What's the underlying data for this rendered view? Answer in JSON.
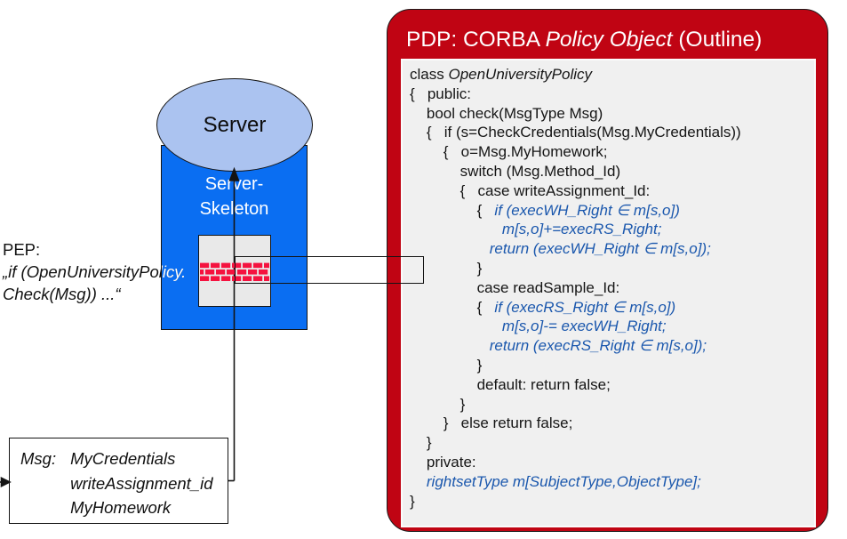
{
  "colors": {
    "skeleton_blue": "#0a6ef2",
    "ellipse_blue": "#abc3f0",
    "panel_red": "#c00413",
    "brick_red": "#f5123f",
    "code_blue": "#1a57ad",
    "code_box_gray": "#f0f0f0"
  },
  "server": {
    "label": "Server"
  },
  "skeleton": {
    "line1": "Server-",
    "line2": "Skeleton"
  },
  "pep": {
    "title": "PEP:",
    "line1": "„if (OpenUniversityPolicy.",
    "line2": "Check(Msg)) ...“"
  },
  "msg_box": {
    "label": "Msg:",
    "items": [
      "MyCredentials",
      "writeAssignment_id",
      "MyHomework"
    ]
  },
  "pdp": {
    "title_prefix": "PDP: CORBA ",
    "title_italic": "Policy Object",
    "title_suffix": " (Outline)",
    "code_lines": [
      [
        [
          "p",
          "class "
        ],
        [
          "i",
          "OpenUniversityPolicy"
        ]
      ],
      [
        [
          "p",
          "{   public:"
        ]
      ],
      [
        [
          "p",
          "    bool check(MsgType Msg)"
        ]
      ],
      [
        [
          "p",
          "    {   if (s=CheckCredentials(Msg.MyCredentials))"
        ]
      ],
      [
        [
          "p",
          "        {   o=Msg.MyHomework;"
        ]
      ],
      [
        [
          "p",
          "            switch (Msg.Method_Id)"
        ]
      ],
      [
        [
          "p",
          "            {   case writeAssignment_Id:"
        ]
      ],
      [
        [
          "p",
          "                {   "
        ],
        [
          "b",
          "if (execWH_Right ∈ m[s,o])"
        ]
      ],
      [
        [
          "b",
          "                      m[s,o]+=execRS_Right;"
        ]
      ],
      [
        [
          "b",
          "                   return (execWH_Right ∈ m[s,o]);"
        ]
      ],
      [
        [
          "p",
          "                }"
        ]
      ],
      [
        [
          "p",
          "                case readSample_Id:"
        ]
      ],
      [
        [
          "p",
          "                {   "
        ],
        [
          "b",
          "if (execRS_Right ∈ m[s,o])"
        ]
      ],
      [
        [
          "b",
          "                      m[s,o]-= execWH_Right;"
        ]
      ],
      [
        [
          "b",
          "                   return (execRS_Right ∈ m[s,o]);"
        ]
      ],
      [
        [
          "p",
          "                }"
        ]
      ],
      [
        [
          "p",
          "                default: return false;"
        ]
      ],
      [
        [
          "p",
          "            }"
        ]
      ],
      [
        [
          "p",
          "        }   else return false;"
        ]
      ],
      [
        [
          "p",
          "    }"
        ]
      ],
      [
        [
          "p",
          "    private:"
        ]
      ],
      [
        [
          "b",
          "    rightsetType m[SubjectType,ObjectType];"
        ]
      ],
      [
        [
          "p",
          "}"
        ]
      ]
    ]
  }
}
